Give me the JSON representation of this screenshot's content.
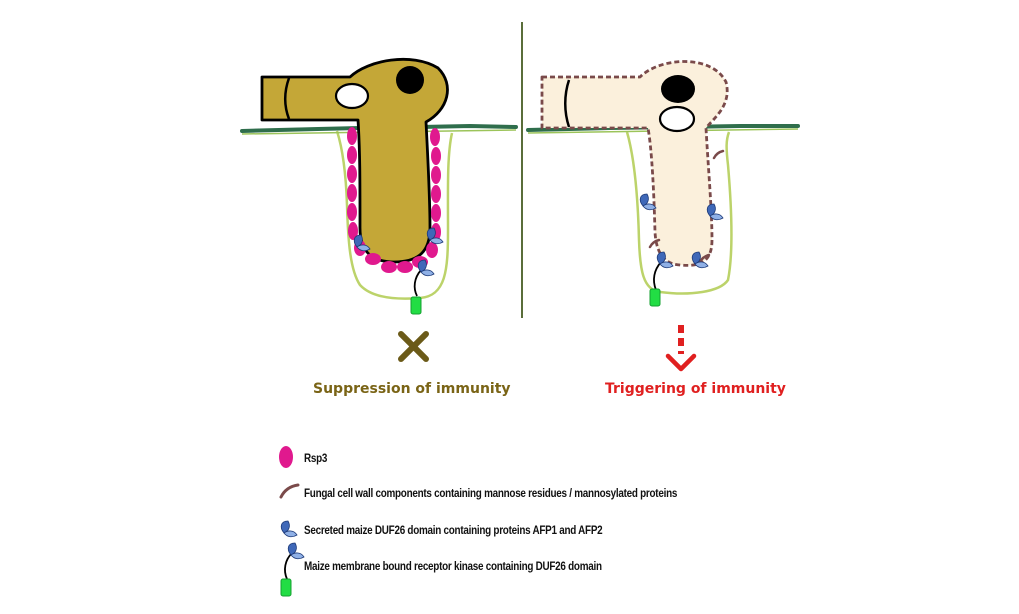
{
  "panels": {
    "left": {
      "outcome_label": "Suppression of immunity",
      "outcome_color": "#7a6416",
      "fungus_color": "#c4a737"
    },
    "right": {
      "outcome_label": "Triggering of immunity",
      "outcome_color": "#e02020",
      "fungus_color": "#fbf0dc"
    }
  },
  "colors": {
    "rsp3": "#e0198e",
    "cell_wall": "#7a4a4a",
    "leaf_surface": "#3a6a48",
    "plant_cell_outline": "#bcd36a",
    "duf26_protein": "#4a74c0",
    "receptor_base": "#22dd44"
  },
  "legend": [
    {
      "icon": "rsp3-ellipse-icon",
      "label": "Rsp3"
    },
    {
      "icon": "mannose-curve-icon",
      "label": "Fungal cell wall components containing mannose residues / mannosylated proteins"
    },
    {
      "icon": "duf26-protein-icon",
      "label": "Secreted maize DUF26 domain containing proteins AFP1 and AFP2"
    },
    {
      "icon": "receptor-kinase-icon",
      "label": "Maize membrane bound receptor kinase containing DUF26 domain"
    }
  ]
}
